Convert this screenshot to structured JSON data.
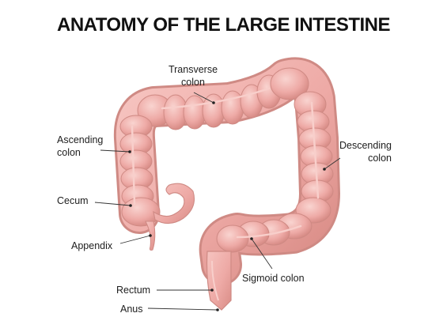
{
  "title": "ANATOMY OF THE LARGE INTESTINE",
  "labels": {
    "transverse_1": "Transverse",
    "transverse_2": "colon",
    "ascending_1": "Ascending",
    "ascending_2": "colon",
    "descending_1": "Descending",
    "descending_2": "colon",
    "cecum": "Cecum",
    "appendix": "Appendix",
    "sigmoid": "Sigmoid colon",
    "rectum": "Rectum",
    "anus": "Anus"
  },
  "colors": {
    "tissue_fill": "#eeaaa6",
    "tissue_shadow": "#d4857f",
    "tissue_highlight": "#f8cfcb",
    "title": "#111111",
    "label": "#1d1d1d"
  }
}
